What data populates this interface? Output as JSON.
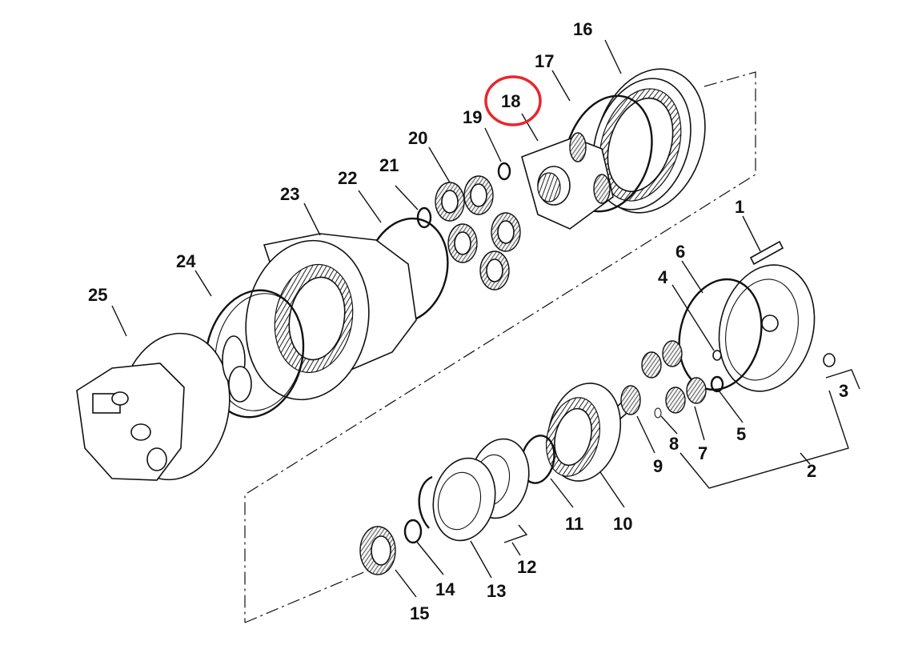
{
  "diagram": {
    "callouts": [
      "1",
      "2",
      "3",
      "4",
      "5",
      "6",
      "7",
      "8",
      "9",
      "10",
      "11",
      "12",
      "13",
      "14",
      "15",
      "16",
      "17",
      "18",
      "19",
      "20",
      "21",
      "22",
      "23",
      "24",
      "25"
    ],
    "highlighted_callout": "18",
    "highlight_color": "#e8262d",
    "line_color": "#111111",
    "background": "#ffffff"
  }
}
